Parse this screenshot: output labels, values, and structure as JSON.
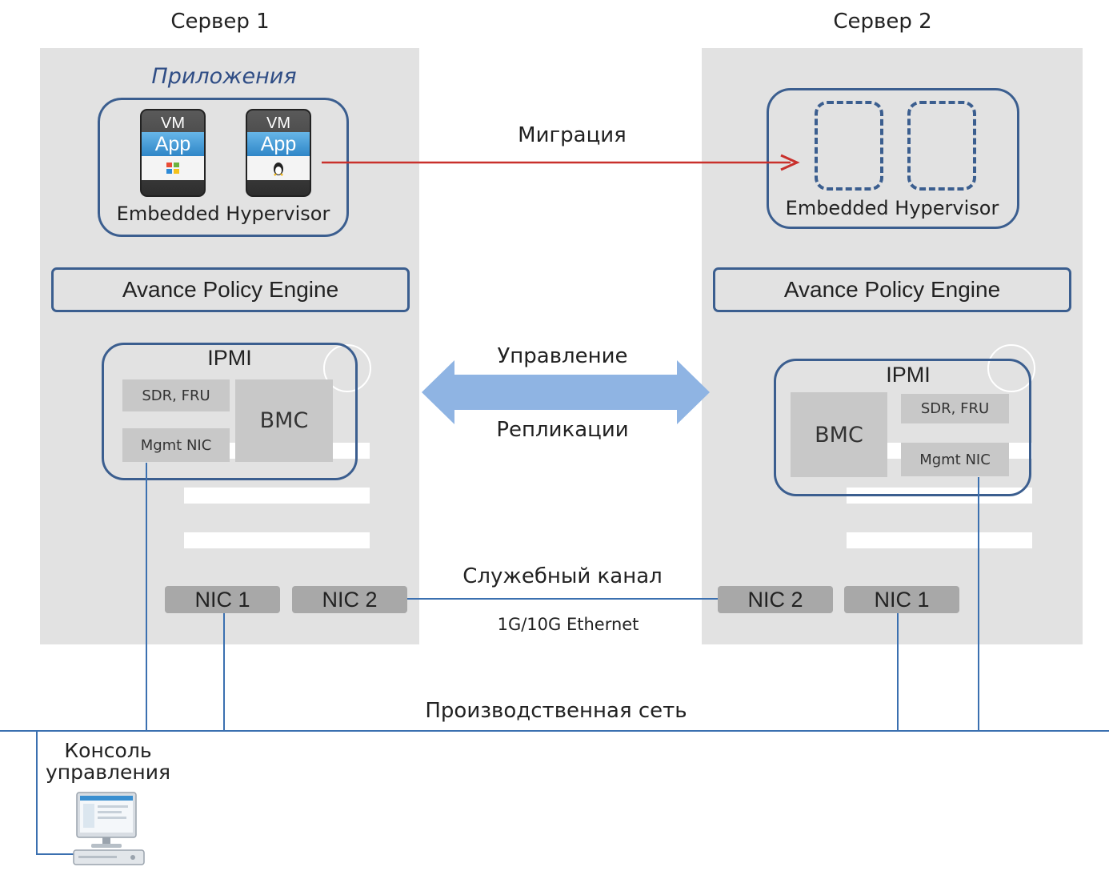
{
  "server1": {
    "title": "Сервер 1",
    "apps_title": "Приложения",
    "vm_top": "VM",
    "vm_app": "App",
    "hypervisor": "Embedded  Hypervisor",
    "policy_engine": "Avance Policy Engine",
    "ipmi": "IPMI",
    "sdr": "SDR, FRU",
    "mgmt_nic": "Mgmt  NIC",
    "bmc": "BMC",
    "nic1": "NIC 1",
    "nic2": "NIC 2"
  },
  "server2": {
    "title": "Сервер 2",
    "hypervisor": "Embedded  Hypervisor",
    "policy_engine": "Avance Policy Engine",
    "ipmi": "IPMI",
    "sdr": "SDR, FRU",
    "mgmt_nic": "Mgmt  NIC",
    "bmc": "BMC",
    "nic1": "NIC 1",
    "nic2": "NIC 2"
  },
  "links": {
    "migration": "Миграция",
    "management": "Управление",
    "replication": "Репликации",
    "service_channel": "Служебный канал",
    "ethernet": "1G/10G Ethernet",
    "production_network": "Производственная сеть"
  },
  "console": {
    "label_line1": "Консоль",
    "label_line2": "управления"
  },
  "colors": {
    "server_bg": "#e2e2e2",
    "box_border": "#3b5e8f",
    "migration_arrow": "#c9302c",
    "management_arrow": "#8fb4e3",
    "network_line": "#3b70b0",
    "nic_fill": "#a8a8a8"
  },
  "icons": [
    "windows-icon",
    "linux-tux-icon",
    "desktop-computer-icon",
    "double-arrow-icon"
  ]
}
